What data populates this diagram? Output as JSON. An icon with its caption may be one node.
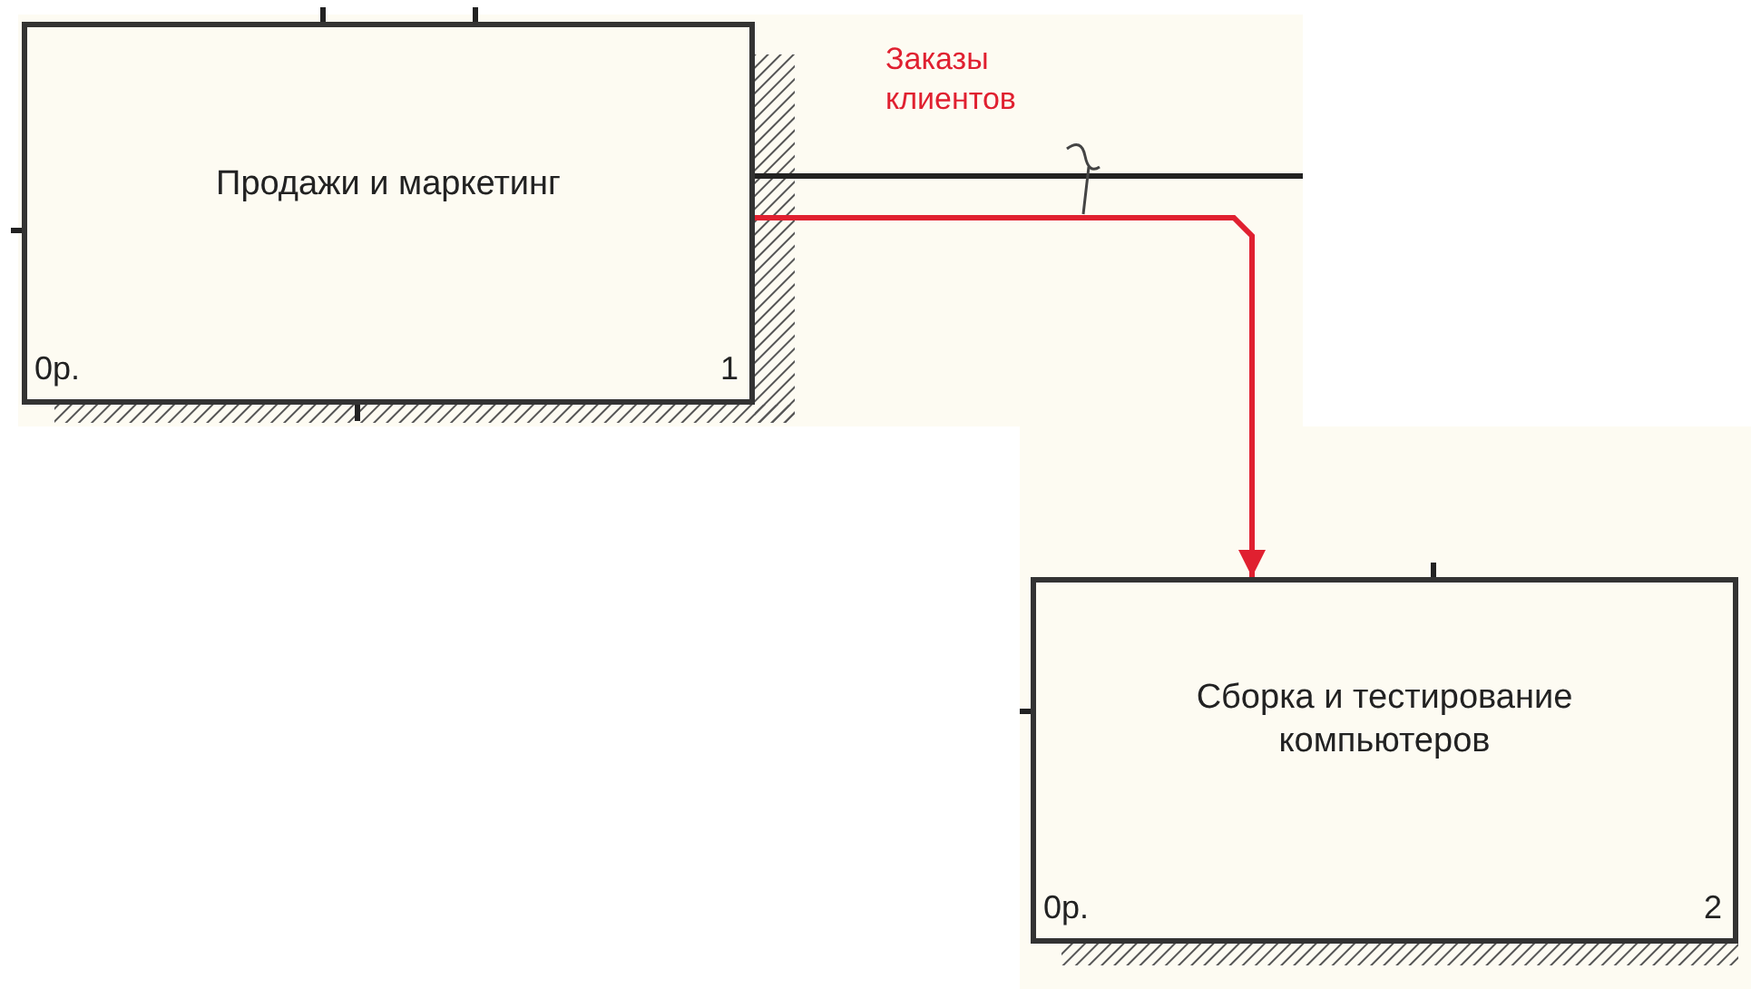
{
  "diagram": {
    "nodes": [
      {
        "text": [
          "Продажи и маркетинг",
          "0р.",
          "1"
        ]
      },
      {
        "text": [
          "Сборка и тестирование компьютеров",
          "0р.",
          "2"
        ]
      }
    ],
    "edges": [
      {
        "from": 0,
        "to": null,
        "arrow": "none"
      },
      {
        "from": 0,
        "to": 1,
        "arrow": "to",
        "label": "Заказы клиентов",
        "color": "#e02030"
      }
    ]
  }
}
